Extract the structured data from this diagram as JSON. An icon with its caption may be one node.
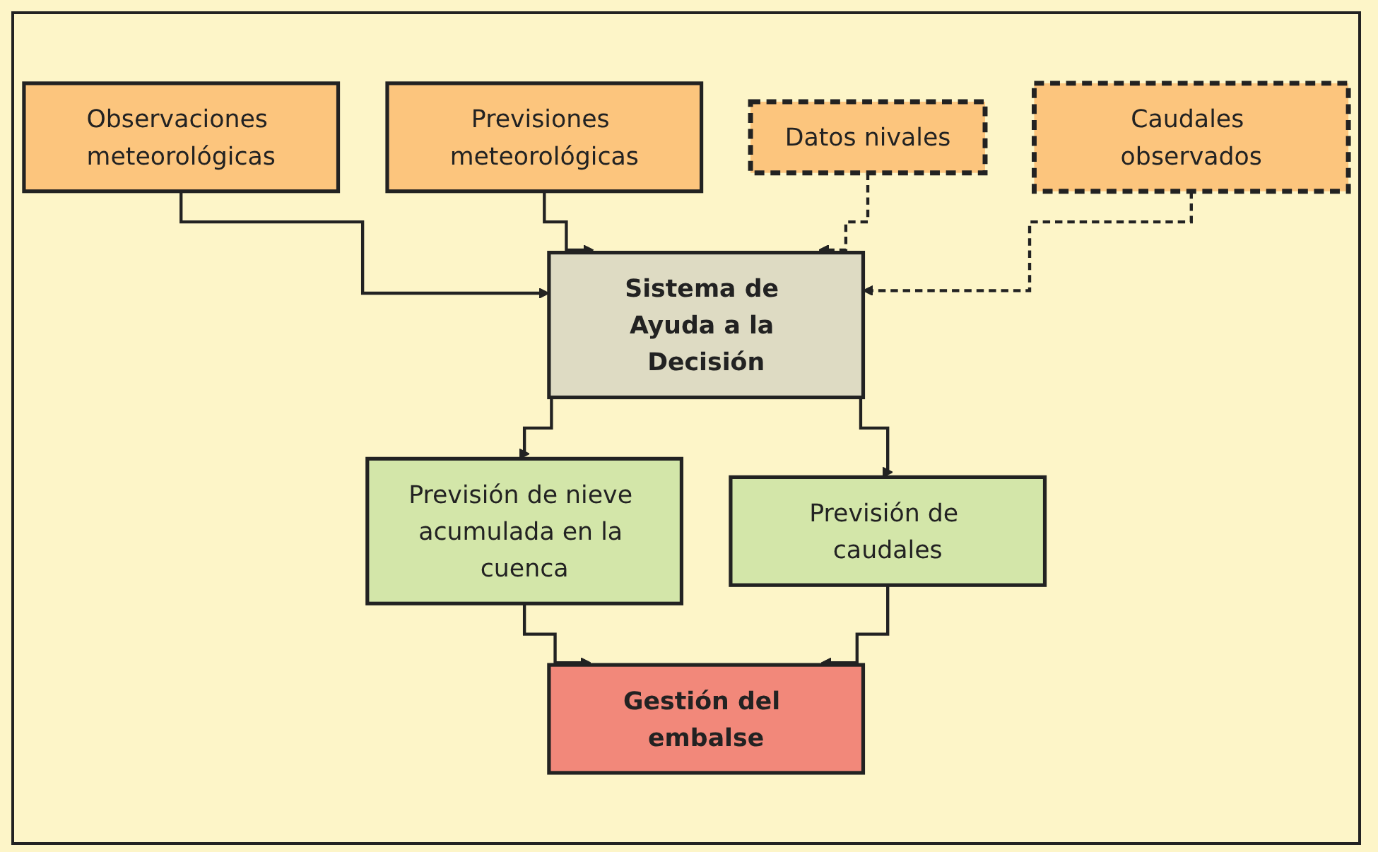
{
  "diagram": {
    "nodes": [
      {
        "text": [
          "Observaciones meteorológicas"
        ]
      },
      {
        "text": [
          "Previsiones meteorológicas"
        ]
      },
      {
        "text": [
          "Datos nivales"
        ]
      },
      {
        "text": [
          "Caudales observados"
        ]
      },
      {
        "text": [
          "Sistema de Ayuda a la Decisión"
        ]
      },
      {
        "text": [
          "Previsión de nieve acumulada en la cuenca"
        ]
      },
      {
        "text": [
          "Previsión de caudales"
        ]
      },
      {
        "text": [
          "Gestión del embalse"
        ]
      }
    ],
    "edges": [
      {
        "from": 0,
        "to": 4,
        "arrow": "to"
      },
      {
        "from": 1,
        "to": 4,
        "arrow": "to"
      },
      {
        "from": 2,
        "to": 4,
        "arrow": "to",
        "style": "dashed"
      },
      {
        "from": 3,
        "to": 4,
        "arrow": "to",
        "style": "dashed"
      },
      {
        "from": 4,
        "to": 5,
        "arrow": "to"
      },
      {
        "from": 4,
        "to": 6,
        "arrow": "to"
      },
      {
        "from": 5,
        "to": 7,
        "arrow": "to"
      },
      {
        "from": 6,
        "to": 7,
        "arrow": "to"
      }
    ]
  }
}
